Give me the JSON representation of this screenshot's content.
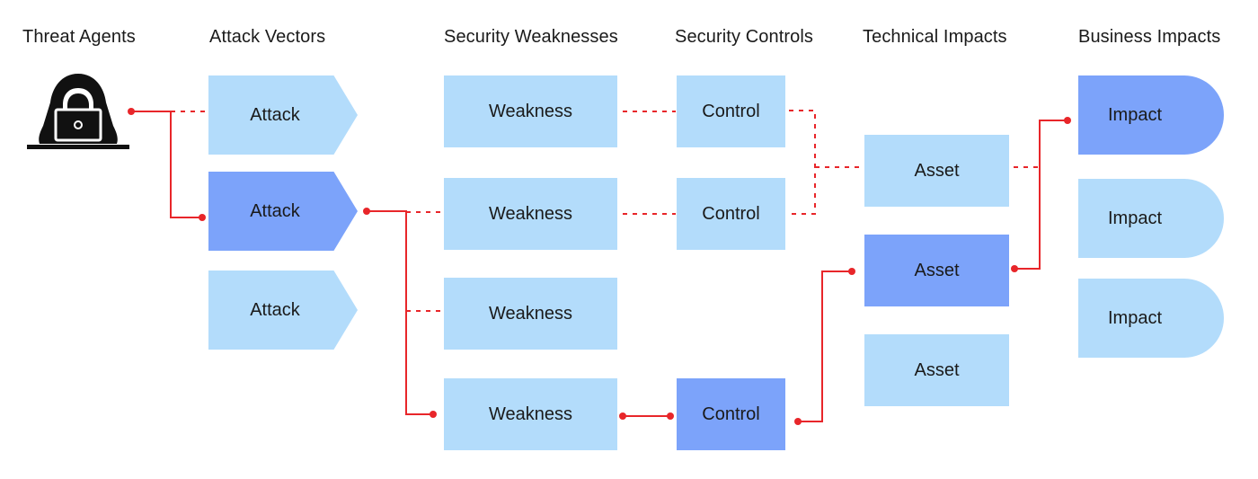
{
  "headers": {
    "threat_agents": "Threat Agents",
    "attack_vectors": "Attack Vectors",
    "security_weaknesses": "Security Weaknesses",
    "security_controls": "Security Controls",
    "technical_impacts": "Technical Impacts",
    "business_impacts": "Business Impacts"
  },
  "attacks": [
    {
      "label": "Attack",
      "highlighted": false
    },
    {
      "label": "Attack",
      "highlighted": true
    },
    {
      "label": "Attack",
      "highlighted": false
    }
  ],
  "weaknesses": [
    {
      "label": "Weakness",
      "highlighted": false
    },
    {
      "label": "Weakness",
      "highlighted": false
    },
    {
      "label": "Weakness",
      "highlighted": false
    },
    {
      "label": "Weakness",
      "highlighted": false
    }
  ],
  "controls": [
    {
      "label": "Control",
      "highlighted": false
    },
    {
      "label": "Control",
      "highlighted": false
    },
    {
      "label": "Control",
      "highlighted": true
    }
  ],
  "assets": [
    {
      "label": "Asset",
      "highlighted": false
    },
    {
      "label": "Asset",
      "highlighted": true
    },
    {
      "label": "Asset",
      "highlighted": false
    }
  ],
  "impacts": [
    {
      "label": "Impact",
      "highlighted": true
    },
    {
      "label": "Impact",
      "highlighted": false
    },
    {
      "label": "Impact",
      "highlighted": false
    }
  ],
  "colors": {
    "light_box": "#b3dcfb",
    "highlight_box": "#7ca3fa",
    "path_line": "#e8262a",
    "agent_icon": "#111111"
  },
  "icons": {
    "threat_agent": "hooded-hacker-laptop-icon"
  }
}
